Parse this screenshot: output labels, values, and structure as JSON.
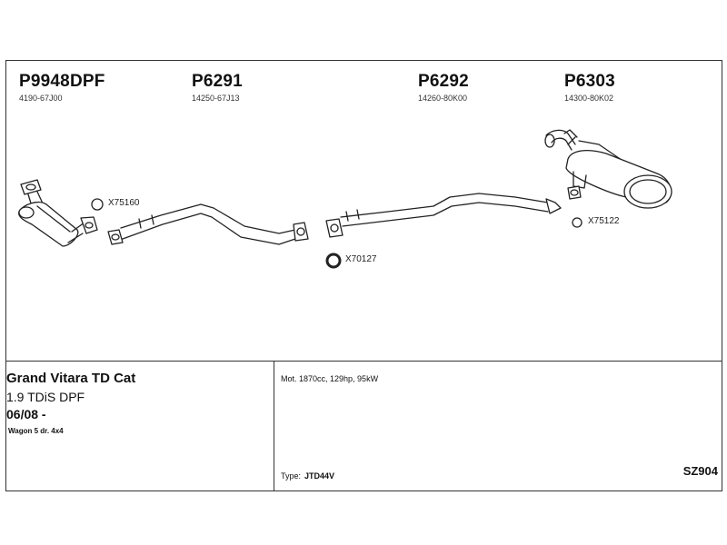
{
  "parts": [
    {
      "number": "P9948DPF",
      "code": "4190-67J00"
    },
    {
      "number": "P6291",
      "code": "14250-67J13"
    },
    {
      "number": "P6292",
      "code": "14260-80K00"
    },
    {
      "number": "P6303",
      "code": "14300-80K02"
    }
  ],
  "callouts": [
    "X75160",
    "X70127",
    "X75122"
  ],
  "vehicle": {
    "model": "Grand Vitara TD Cat",
    "engine": "1.9 TDiS DPF",
    "date": "06/08 -",
    "body": "Wagon 5 dr. 4x4"
  },
  "specs": {
    "motor": "Mot. 1870cc, 129hp, 95kW",
    "type_label": "Type:",
    "type_value": "JTD44V"
  },
  "reference": "SZ904"
}
